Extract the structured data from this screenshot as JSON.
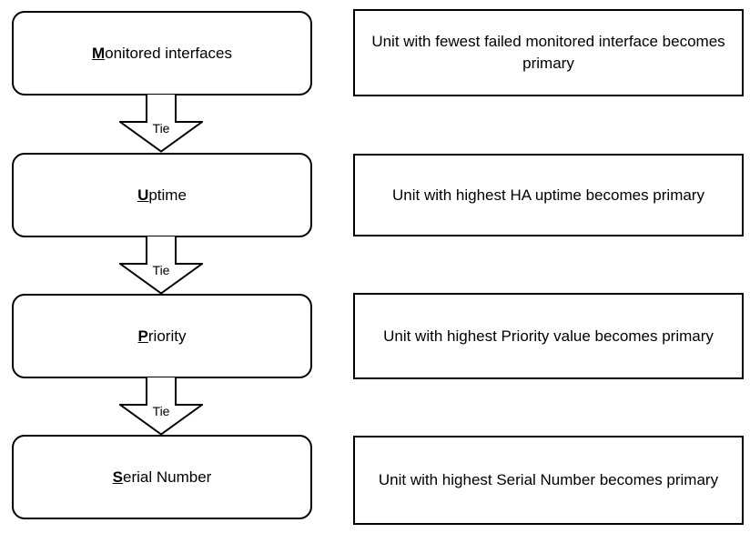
{
  "steps": [
    {
      "label_initial": "M",
      "label_rest": "onitored interfaces",
      "description": "Unit with fewest failed monitored interface becomes primary"
    },
    {
      "label_initial": "U",
      "label_rest": "ptime",
      "description": "Unit with highest HA uptime becomes primary"
    },
    {
      "label_initial": "P",
      "label_rest": "riority",
      "description": "Unit with highest Priority value becomes primary"
    },
    {
      "label_initial": "S",
      "label_rest": "erial Number",
      "description": "Unit with highest Serial Number becomes primary"
    }
  ],
  "connectors": [
    {
      "label": "Tie"
    },
    {
      "label": "Tie"
    },
    {
      "label": "Tie"
    }
  ],
  "colors": {
    "stroke": "#000000",
    "fill": "#ffffff",
    "text": "#000000",
    "background": "#ffffff"
  }
}
